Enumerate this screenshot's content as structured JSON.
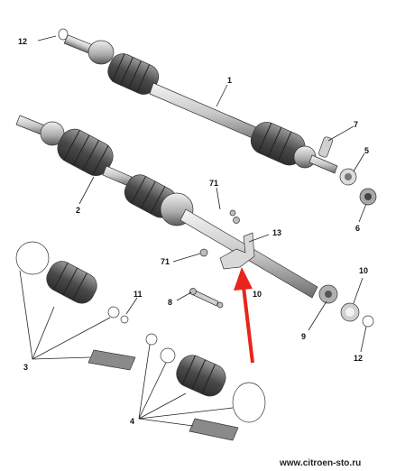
{
  "diagram": {
    "callouts": {
      "c1": "1",
      "c2": "2",
      "c3": "3",
      "c4": "4",
      "c5": "5",
      "c6": "6",
      "c7": "7",
      "c8": "8",
      "c9": "9",
      "c10a": "10",
      "c10b": "10",
      "c11": "11",
      "c12a": "12",
      "c12b": "12",
      "c13": "13",
      "c71a": "71",
      "c71b": "71"
    },
    "watermark": "www.citroen-sto.ru",
    "colors": {
      "shaft_light": "#e6e6e6",
      "shaft_dark": "#7a7a7a",
      "boot": "#5a5a5a",
      "arrow": "#e8251a"
    }
  }
}
